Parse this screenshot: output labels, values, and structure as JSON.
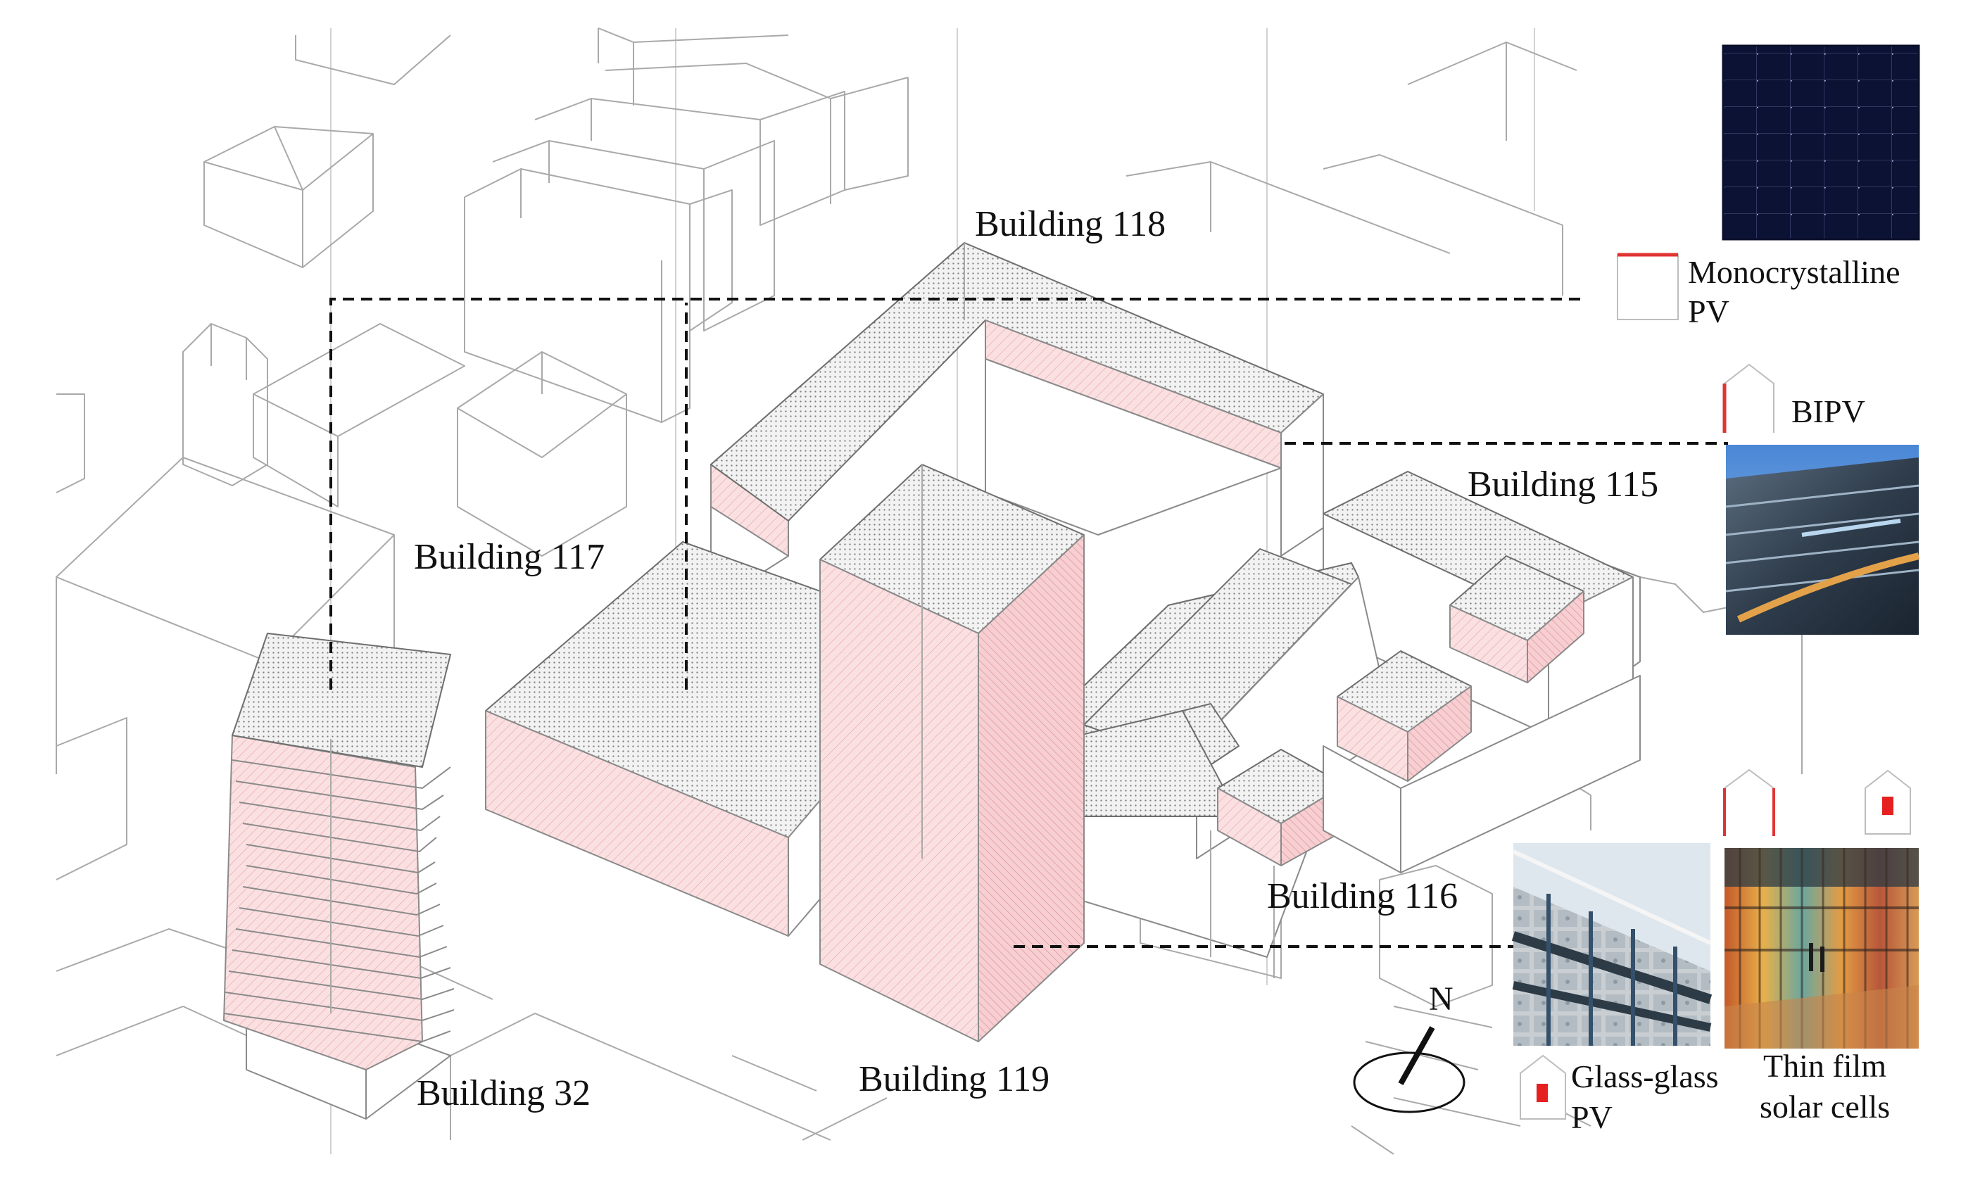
{
  "buildings": {
    "b118": "Building 118",
    "b117": "Building 117",
    "b115": "Building 115",
    "b116": "Building 116",
    "b32": "Building 32",
    "b119": "Building 119"
  },
  "legend": {
    "mono_line1": "Monocrystalline",
    "mono_line2": "PV",
    "bipv": "BIPV",
    "glass_line1": "Glass-glass",
    "glass_line2": "PV",
    "thin_line1": "Thin film",
    "thin_line2": "solar cells"
  },
  "north": "N",
  "colors": {
    "pv_highlight": "#f6c9cc",
    "legend_red": "#e03434",
    "line_gray": "#a9a9a9"
  }
}
